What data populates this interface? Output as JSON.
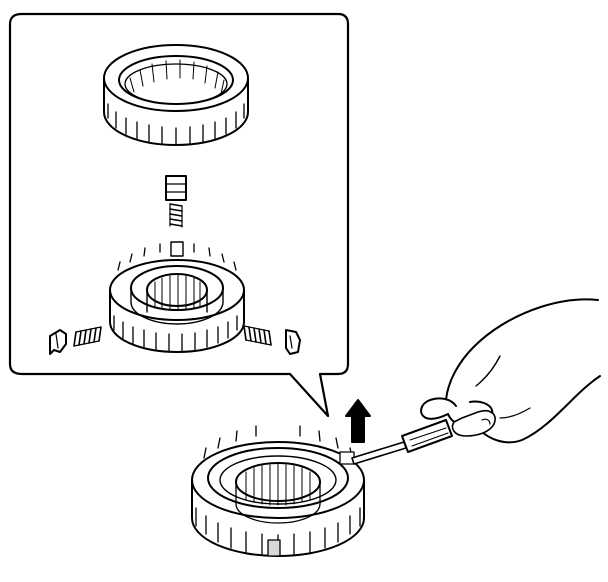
{
  "figure": {
    "parts": [
      {
        "name": "synchronizer-sleeve"
      },
      {
        "name": "key"
      },
      {
        "name": "key-spring"
      },
      {
        "name": "synchronizer-hub"
      },
      {
        "name": "left-key"
      },
      {
        "name": "left-spring"
      },
      {
        "name": "right-key"
      },
      {
        "name": "right-spring"
      },
      {
        "name": "assembled-synchronizer"
      },
      {
        "name": "screwdriver"
      },
      {
        "name": "hand"
      },
      {
        "name": "lift-arrow"
      }
    ],
    "colors": {
      "line": "#000000",
      "fill": "#ffffff",
      "shade": "#d8d8d8"
    }
  }
}
